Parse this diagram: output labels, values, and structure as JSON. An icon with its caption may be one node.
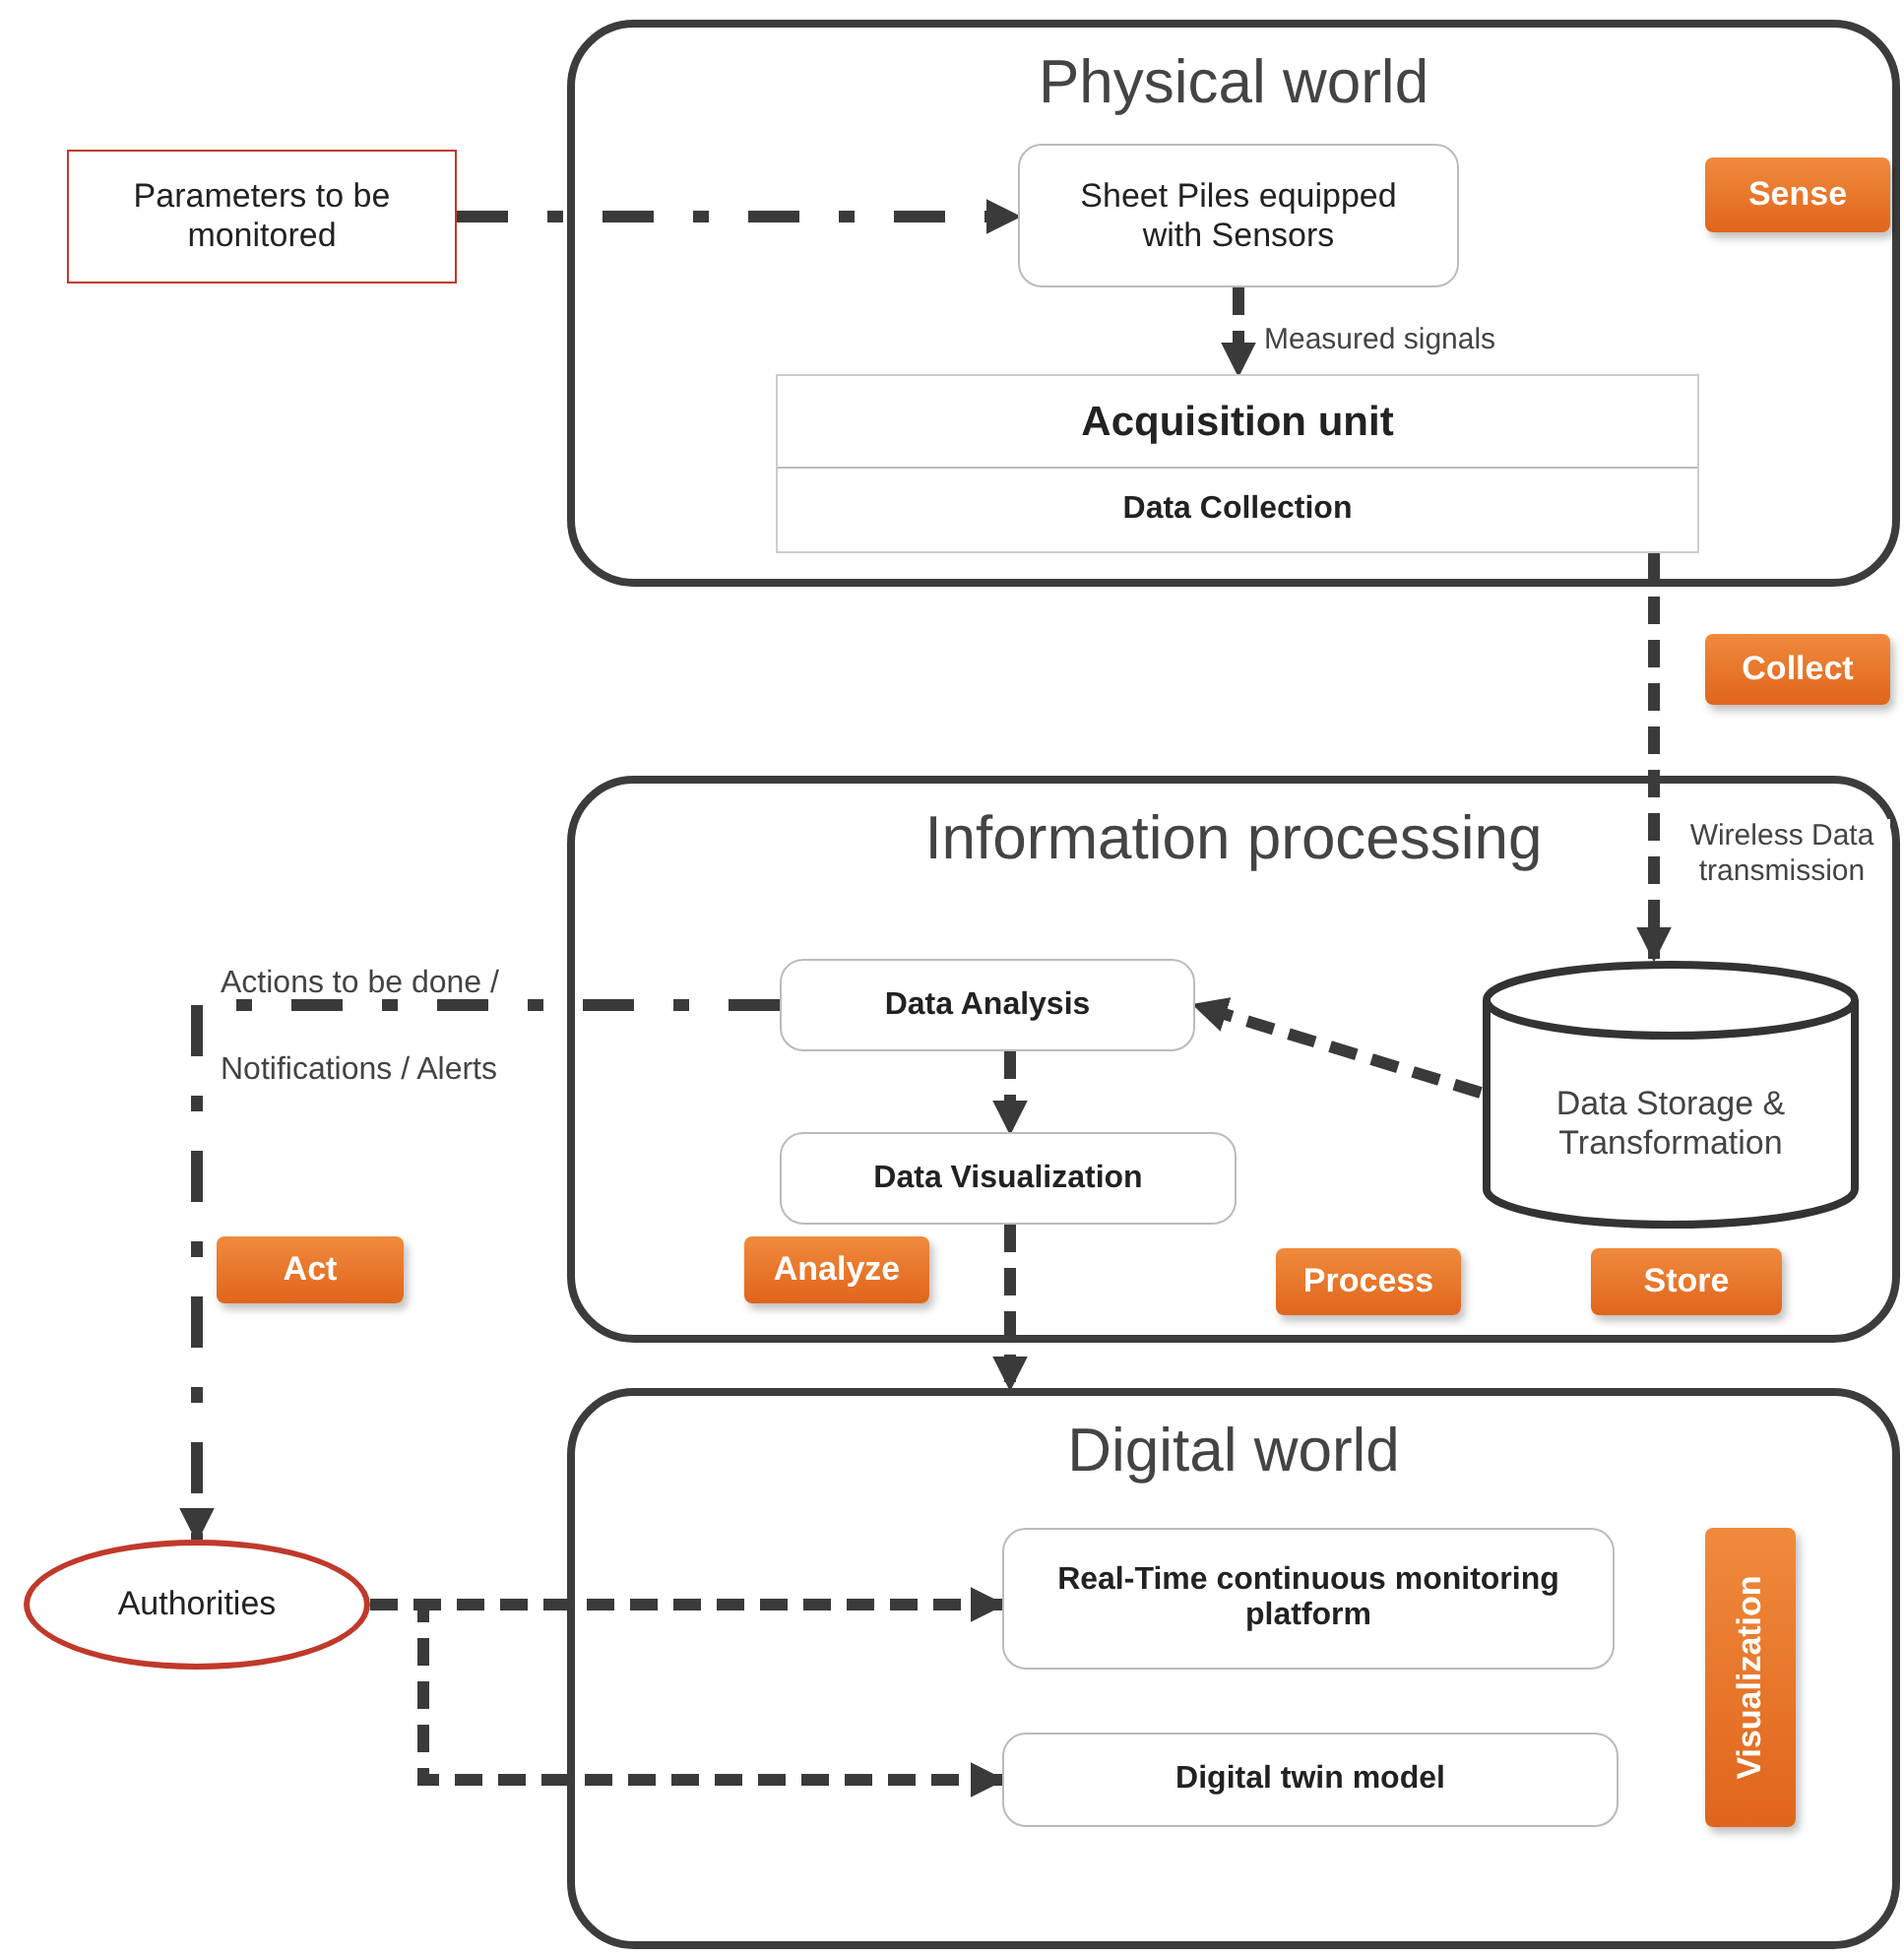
{
  "diagram": {
    "nodes": [
      {
        "text": [
          "Physical world"
        ]
      },
      {
        "text": [
          "Parameters to be monitored"
        ]
      },
      {
        "text": [
          "Sheet Piles equipped with Sensors"
        ],
        "in": 0
      },
      {
        "text": [
          "Acquisition unit",
          "Data Collection"
        ],
        "in": 0
      },
      {
        "text": [
          "Information processing"
        ]
      },
      {
        "text": [
          "Data Analysis"
        ],
        "in": 4
      },
      {
        "text": [
          "Data Visualization"
        ],
        "in": 4
      },
      {
        "text": [
          "Data Storage & Transformation"
        ],
        "in": 4
      },
      {
        "text": [
          "Digital world"
        ]
      },
      {
        "text": [
          "Authorities"
        ]
      },
      {
        "text": [
          "Real-Time continuous monitoring platform"
        ],
        "in": 8
      },
      {
        "text": [
          "Digital twin model"
        ],
        "in": 8
      }
    ],
    "edges": [
      {
        "from": 1,
        "to": 2,
        "arrow": "to",
        "style": "dashed"
      },
      {
        "from": 2,
        "to": 3,
        "arrow": "to",
        "label": "Measured signals",
        "style": "dashed"
      },
      {
        "from": 3,
        "to": 7,
        "arrow": "to",
        "label": "Wireless Data transmission",
        "style": "dashed"
      },
      {
        "from": 7,
        "to": 5,
        "arrow": "to",
        "style": "dashed"
      },
      {
        "from": 5,
        "to": 6,
        "arrow": "to",
        "style": "dashed"
      },
      {
        "from": 6,
        "to": 8,
        "arrow": "to",
        "style": "dashed"
      },
      {
        "from": 5,
        "to": 9,
        "arrow": "to",
        "label": "Actions to be done / Notifications / Alerts",
        "style": "dashed"
      },
      {
        "from": 9,
        "to": 10,
        "arrow": "to",
        "style": "dashed"
      },
      {
        "from": 9,
        "to": 11,
        "arrow": "to",
        "style": "dashed"
      }
    ],
    "labels": [
      "Sense",
      "Collect",
      "Act",
      "Analyze",
      "Process",
      "Store",
      "Visualization"
    ]
  }
}
